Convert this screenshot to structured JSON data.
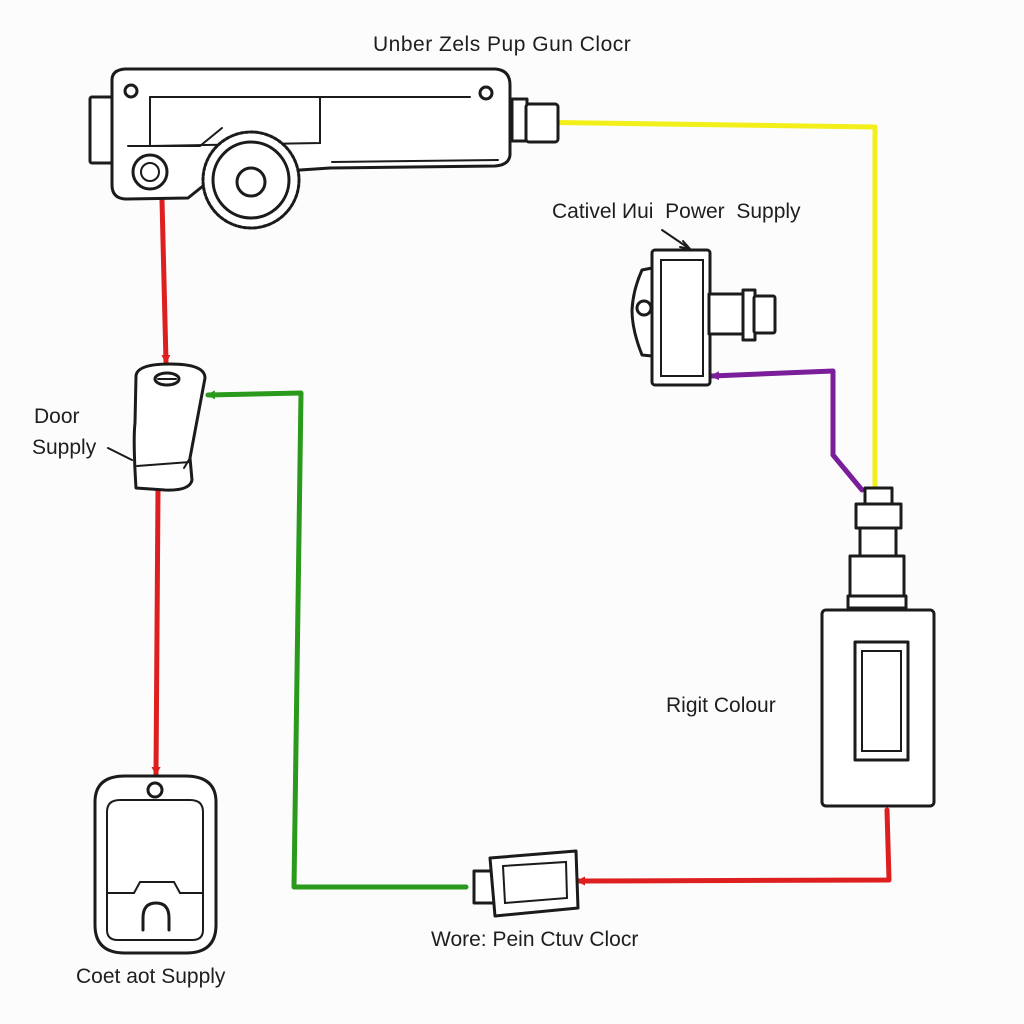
{
  "labels": {
    "top_title": "Unber Zels Pup Gun Clocr",
    "power_supply": "Cativel Иui  Power  Supply",
    "door_supply_line1": "Door",
    "door_supply_line2": "Supply",
    "right_colour": "Rigit Colour",
    "bottom_connector": "Wore: Pein Ctuv Clocr",
    "bottom_left_supply": "Coet aot Supply"
  },
  "wire_colors": {
    "red": "#dd1f1f",
    "yellow": "#f2ef1b",
    "green": "#2a9a1c",
    "purple": "#7a1e9a"
  },
  "icons": {
    "gun_clock": "pump-gun-clock-unit-icon",
    "door_connector": "door-supply-connector-icon",
    "power_supply": "power-supply-connector-icon",
    "battery": "battery-unit-icon",
    "bottom_connector": "wire-connector-icon",
    "bottom_supply": "supply-box-icon"
  }
}
